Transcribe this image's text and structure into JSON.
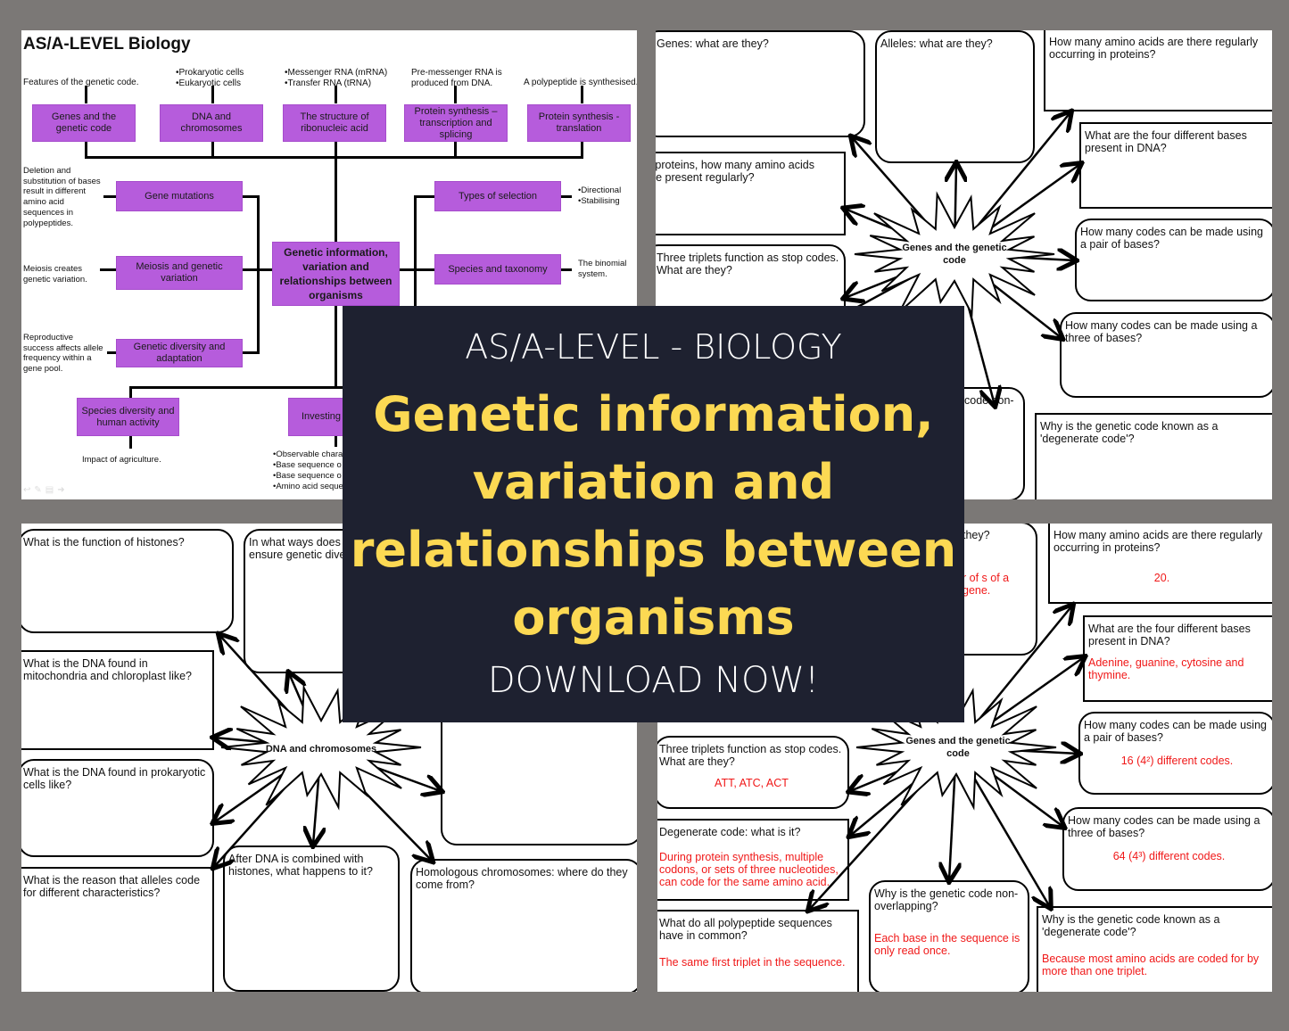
{
  "colors": {
    "background": "#7b7876",
    "overlay": "#1e2130",
    "title_yellow": "#fcd953",
    "topic_purple": "#b65cdc",
    "answer_red": "#f01818"
  },
  "overview": {
    "title": "AS/A-LEVEL Biology",
    "top_notes": [
      "Features of the genetic code.",
      "•Prokaryotic cells",
      "•Eukaryotic cells",
      "•Messenger RNA (mRNA)",
      "•Transfer RNA (tRNA)",
      "Pre-messenger RNA is",
      "produced from DNA.",
      "A polypeptide is synthesised."
    ],
    "top_topics": [
      "Genes and the genetic code",
      "DNA and chromosomes",
      "The structure of ribonucleic acid",
      "Protein synthesis – transcription and splicing",
      "Protein synthesis - translation"
    ],
    "center_topic": "Genetic information, variation and relationships between organisms",
    "left_topics": [
      "Gene mutations",
      "Meiosis and genetic variation",
      "Genetic diversity and adaptation"
    ],
    "left_notes": [
      "Deletion and substitution of bases result in different amino acid sequences in polypeptides.",
      "Meiosis creates genetic variation.",
      "Reproductive success affects allele frequency within a gene pool."
    ],
    "right_topics": [
      "Types of selection",
      "Species and taxonomy"
    ],
    "right_notes": [
      "•Directional",
      "•Stabilising",
      "The binomial system."
    ],
    "bottom_topics": [
      "Species diversity and human activity",
      "Investing"
    ],
    "bottom_notes": [
      "Impact of agriculture.",
      "•Observable chara",
      "•Base sequence o",
      "•Base sequence o",
      "•Amino acid seque"
    ]
  },
  "sheet_genes_blank": {
    "center": "Genes and the genetic code",
    "questions": [
      "Genes: what are they?",
      "Alleles: what are they?",
      "How many amino acids are there regularly occurring in proteins?",
      "What are the four different bases present in DNA?",
      "How many codes can be made using a pair of bases?",
      "How many codes can be made using a three of bases?",
      "Why is the genetic code known as a 'degenerate code'?",
      "n proteins, how many amino acids are present regularly?",
      "Three triplets function as stop codes. What are they?",
      "code non-"
    ]
  },
  "sheet_dna": {
    "center": "DNA and chromosomes",
    "questions": [
      "What is the function of histones?",
      "In what ways does i ensure genetic dive",
      "What is the DNA found in mitochondria and chloroplast like?",
      "What is the DNA found in prokaryotic cells like?",
      "What is the reason that alleles code for different characteristics?",
      "After DNA is combined with histones, what happens to it?",
      "Homologous chromosomes: where do they come from?"
    ]
  },
  "sheet_genes_answers": {
    "center": "Genes and the genetic code",
    "items": [
      {
        "q": "they?",
        "a": "r of s of a gene."
      },
      {
        "q": "How many amino acids are there regularly occurring in proteins?",
        "a": "20."
      },
      {
        "q": "What are the four different bases present in DNA?",
        "a": "Adenine,  guanine, cytosine and thymine."
      },
      {
        "q": "How many codes can be made using a pair of bases?",
        "a": "16 (4²) different codes."
      },
      {
        "q": "How many codes can be made using a three of bases?",
        "a": "64 (4³) different codes."
      },
      {
        "q": "Why is the genetic code known as a 'degenerate code'?",
        "a": "Because most amino acids are coded for by more than one triplet."
      },
      {
        "q": "Three triplets function as stop codes. What are they?",
        "a": "ATT, ATC, ACT"
      },
      {
        "q": "Degenerate code: what is it?",
        "a": "During protein synthesis, multiple codons, or sets of three nucleotides, can code for the same amino acid."
      },
      {
        "q": "What do all polypeptide sequences have in common?",
        "a": "The same first triplet in the sequence."
      },
      {
        "q": "Why is the genetic code non-overlapping?",
        "a": "Each base in the sequence is only read once."
      }
    ]
  },
  "banner": {
    "subtitle": "AS/A-LEVEL - BIOLOGY",
    "title_lines": [
      "Genetic information,",
      "variation and",
      "relationships between",
      "organisms"
    ],
    "cta": "DOWNLOAD NOW!"
  }
}
